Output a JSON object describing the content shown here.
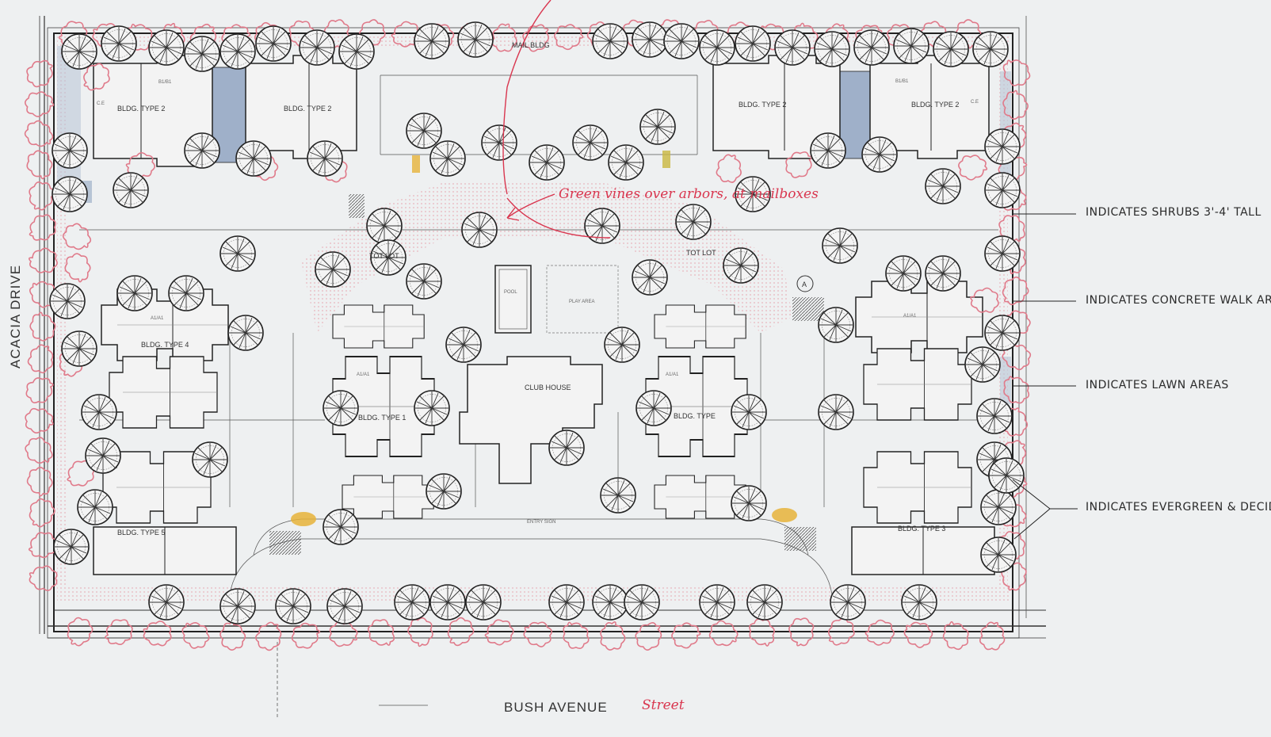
{
  "streets": {
    "west": "ACACIA DRIVE",
    "south": "BUSH AVENUE",
    "south_annotation": "Street"
  },
  "annotation_vines": "Green vines over arbors, at mailboxes",
  "buildings": {
    "club_house": "CLUB HOUSE",
    "pool": "POOL",
    "play_area": "PLAY AREA",
    "tot_lot": "TOT LOT",
    "bldg_type_1": "BLDG. TYPE 1",
    "bldg_type_2": "BLDG. TYPE 2",
    "bldg_type_3": "BLDG. TYPE 3",
    "bldg_type_4": "BLDG. TYPE 4",
    "bldg_type_5": "BLDG. TYPE 5",
    "bldg_type": "BLDG. TYPE",
    "mail_bldg": "MAIL BLDG",
    "entry_sign": "ENTRY SIGN",
    "marker_a": "A"
  },
  "unit_labels": {
    "a1_a1": "A1/A1",
    "b1_b1": "B1/B1",
    "c_e": "C.E"
  },
  "legend": [
    {
      "text": "INDICATES SHRUBS 3'-4' TALL"
    },
    {
      "text": "INDICATES CONCRETE WALK AREAS"
    },
    {
      "text": "INDICATES LAWN AREAS"
    },
    {
      "text": "INDICATES EVERGREEN & DECIDUOUS TREES"
    }
  ],
  "colors": {
    "ink": "#2b2b2b",
    "red_markup": "#d9364f",
    "shrub_pink": "#e07a8a",
    "walk_fill": "#b8c4d6",
    "yellow_highlight": "#e6b33a",
    "background": "#eef0f1"
  }
}
